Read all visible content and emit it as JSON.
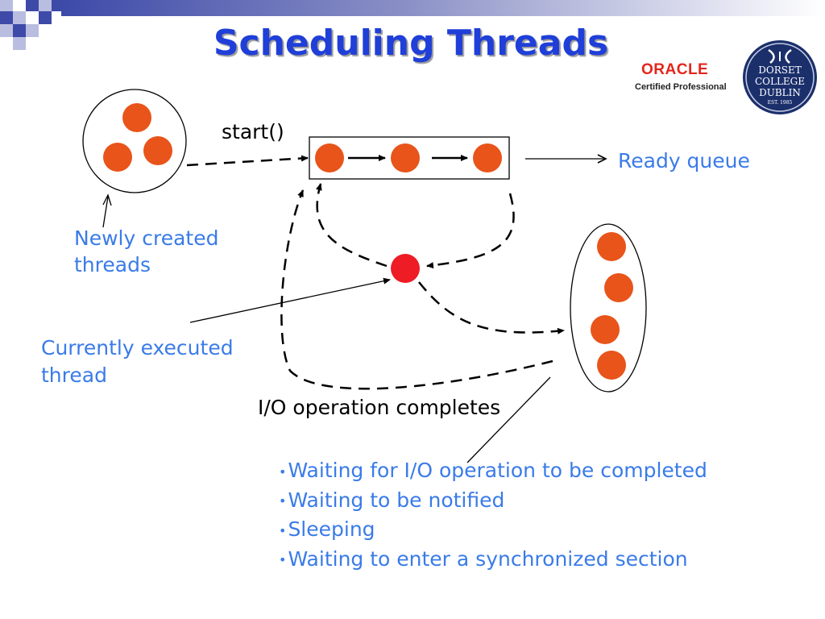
{
  "slide": {
    "title": "Scheduling Threads"
  },
  "logos": {
    "oracle": {
      "wordmark": "ORACLE",
      "subtitle": "Certified Professional"
    },
    "college": {
      "line1": "DORSET",
      "line2": "COLLEGE",
      "line3": "DUBLIN",
      "est": "EST. 1985"
    }
  },
  "labels": {
    "start": "start()",
    "ready_queue": "Ready queue",
    "newly_created_line1": "Newly created",
    "newly_created_line2": "threads",
    "current_line1": "Currently executed",
    "current_line2": "thread",
    "io_complete": "I/O operation completes"
  },
  "waiting_reasons": [
    "Waiting for I/O operation to be completed",
    "Waiting to be notified",
    "Sleeping",
    "Waiting to enter a synchronized section"
  ],
  "colors": {
    "title": "#1f3fd8",
    "label_blue": "#3a7be8",
    "thread_orange": "#e8541a",
    "running_red": "#ee1c24",
    "oracle_red": "#e3261d",
    "seal_navy": "#1b2f6b"
  }
}
